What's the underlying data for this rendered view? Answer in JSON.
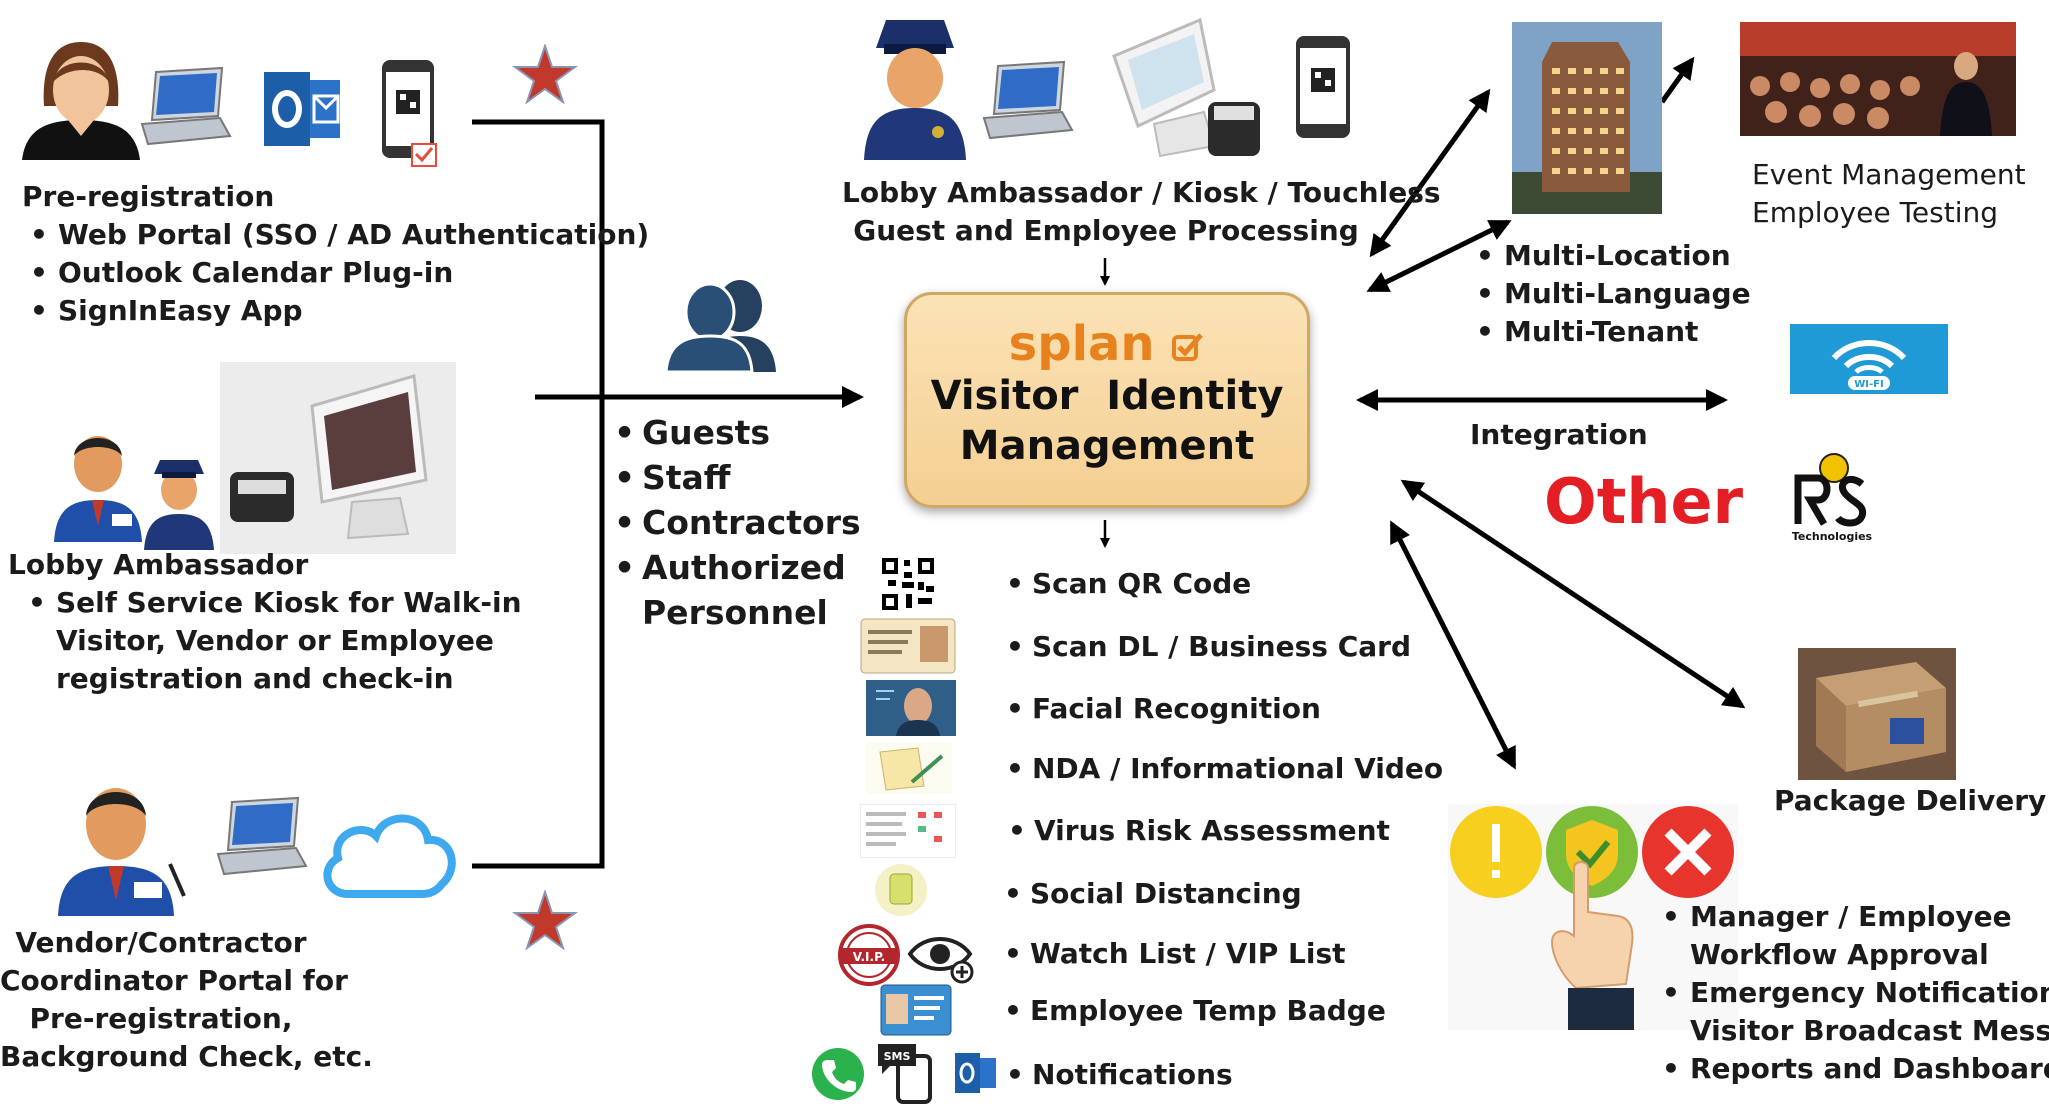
{
  "preregistration": {
    "title": "Pre-registration",
    "items": [
      "Web Portal (SSO / AD Authentication)",
      "Outlook Calendar Plug-in",
      "SignInEasy App"
    ]
  },
  "lobby_ambassador": {
    "title": "Lobby Ambassador",
    "items": [
      "Self Service Kiosk for Walk-in",
      "Visitor, Vendor or Employee",
      "registration and check-in"
    ]
  },
  "vendor_portal": {
    "lines": [
      "Vendor/Contractor",
      "Coordinator Portal for",
      "Pre-registration,",
      "Background Check, etc."
    ]
  },
  "audience": [
    "Guests",
    "Staff",
    "Contractors",
    "Authorized",
    "Personnel"
  ],
  "lobby_kiosk": {
    "line1": "Lobby Ambassador / Kiosk / Touchless",
    "line2": "Guest and Employee Processing"
  },
  "center": {
    "brand": "splan",
    "line1": "Visitor  Identity",
    "line2": "Management"
  },
  "features": [
    "Scan QR Code",
    "Scan DL / Business Card",
    "Facial Recognition",
    "NDA / Informational Video",
    "Virus Risk Assessment",
    "Social Distancing",
    "Watch List / VIP List",
    "Employee Temp Badge",
    "Notifications"
  ],
  "multi": [
    "Multi-Location",
    "Multi-Language",
    "Multi-Tenant"
  ],
  "event": {
    "line1": "Event Management",
    "line2": "Employee Testing"
  },
  "integration": {
    "label": "Integration",
    "other": "Other",
    "wifi_label": "WI-FI",
    "rs_sub": "Technologies"
  },
  "package": {
    "label": "Package Delivery"
  },
  "workflow": [
    "Manager / Employee",
    "Workflow Approval",
    "Emergency Notification",
    "Visitor Broadcast Message",
    "Reports and Dashboards"
  ],
  "icon_labels": {
    "sms": "SMS",
    "vip": "V.I.P."
  },
  "colors": {
    "other_red": "#e41e25",
    "brand_orange": "#e8821e",
    "connector": "#000000",
    "star": "#c0392b"
  }
}
